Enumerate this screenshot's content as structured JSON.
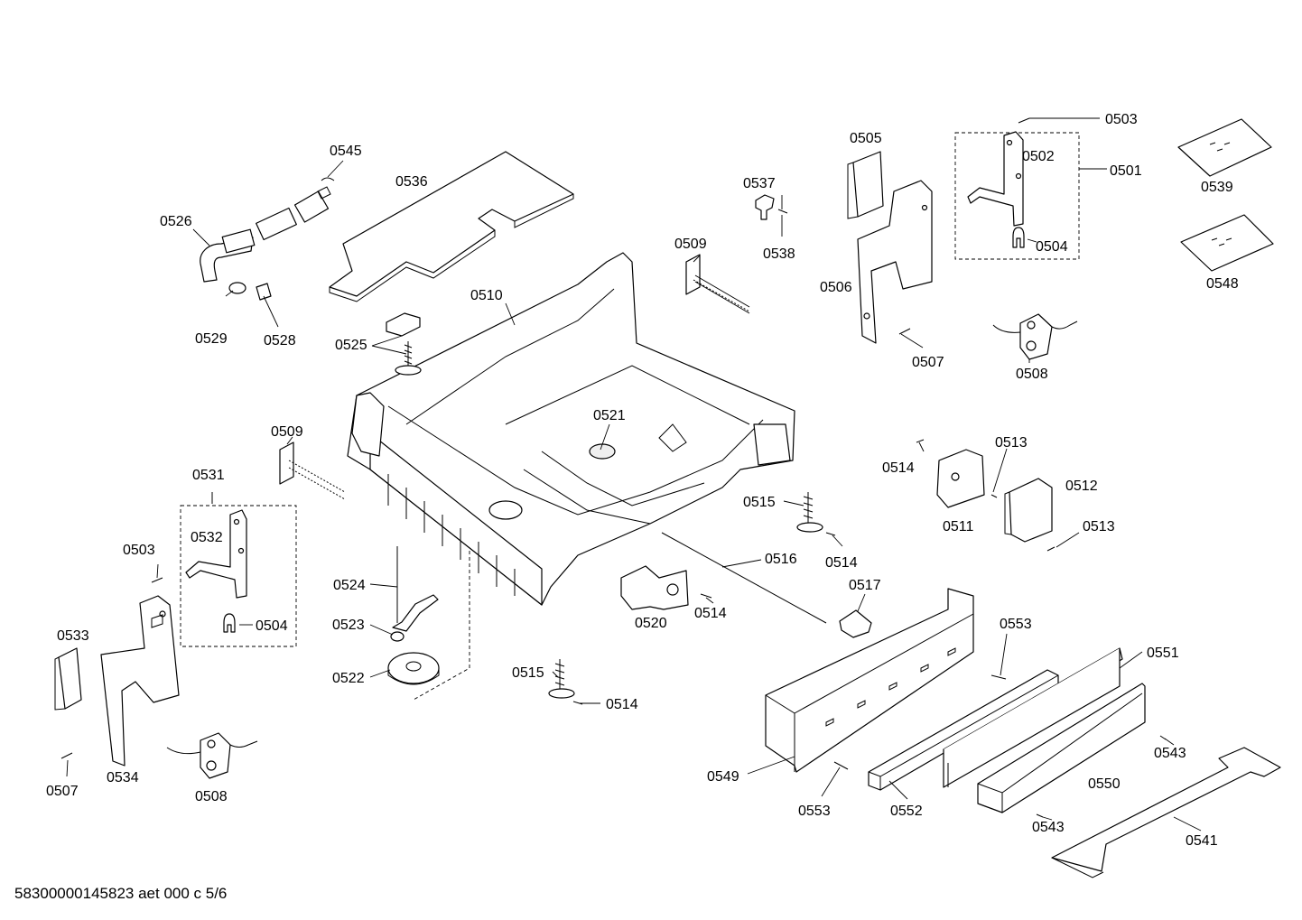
{
  "labels": {
    "l0503a": "0503",
    "l0502": "0502",
    "l0501": "0501",
    "l0504a": "0504",
    "l0505": "0505",
    "l0506": "0506",
    "l0507a": "0507",
    "l0508a": "0508",
    "l0539": "0539",
    "l0548": "0548",
    "l0545": "0545",
    "l0536": "0536",
    "l0526": "0526",
    "l0529": "0529",
    "l0528": "0528",
    "l0525": "0525",
    "l0510": "0510",
    "l0537": "0537",
    "l0538": "0538",
    "l0509a": "0509",
    "l0509b": "0509",
    "l0521": "0521",
    "l0531": "0531",
    "l0532": "0532",
    "l0503b": "0503",
    "l0504b": "0504",
    "l0533": "0533",
    "l0534": "0534",
    "l0507b": "0507",
    "l0508b": "0508",
    "l0524": "0524",
    "l0523": "0523",
    "l0522": "0522",
    "l0514a": "0514",
    "l0513a": "0513",
    "l0512": "0512",
    "l0511": "0511",
    "l0513b": "0513",
    "l0515a": "0515",
    "l0514b": "0514",
    "l0516": "0516",
    "l0517": "0517",
    "l0520": "0520",
    "l0514c": "0514",
    "l0515b": "0515",
    "l0514d": "0514",
    "l0553a": "0553",
    "l0551": "0551",
    "l0543a": "0543",
    "l0549": "0549",
    "l0553b": "0553",
    "l0552": "0552",
    "l0550": "0550",
    "l0543b": "0543",
    "l0541": "0541"
  },
  "footer": "58300000145823 aet 000 c 5/6"
}
